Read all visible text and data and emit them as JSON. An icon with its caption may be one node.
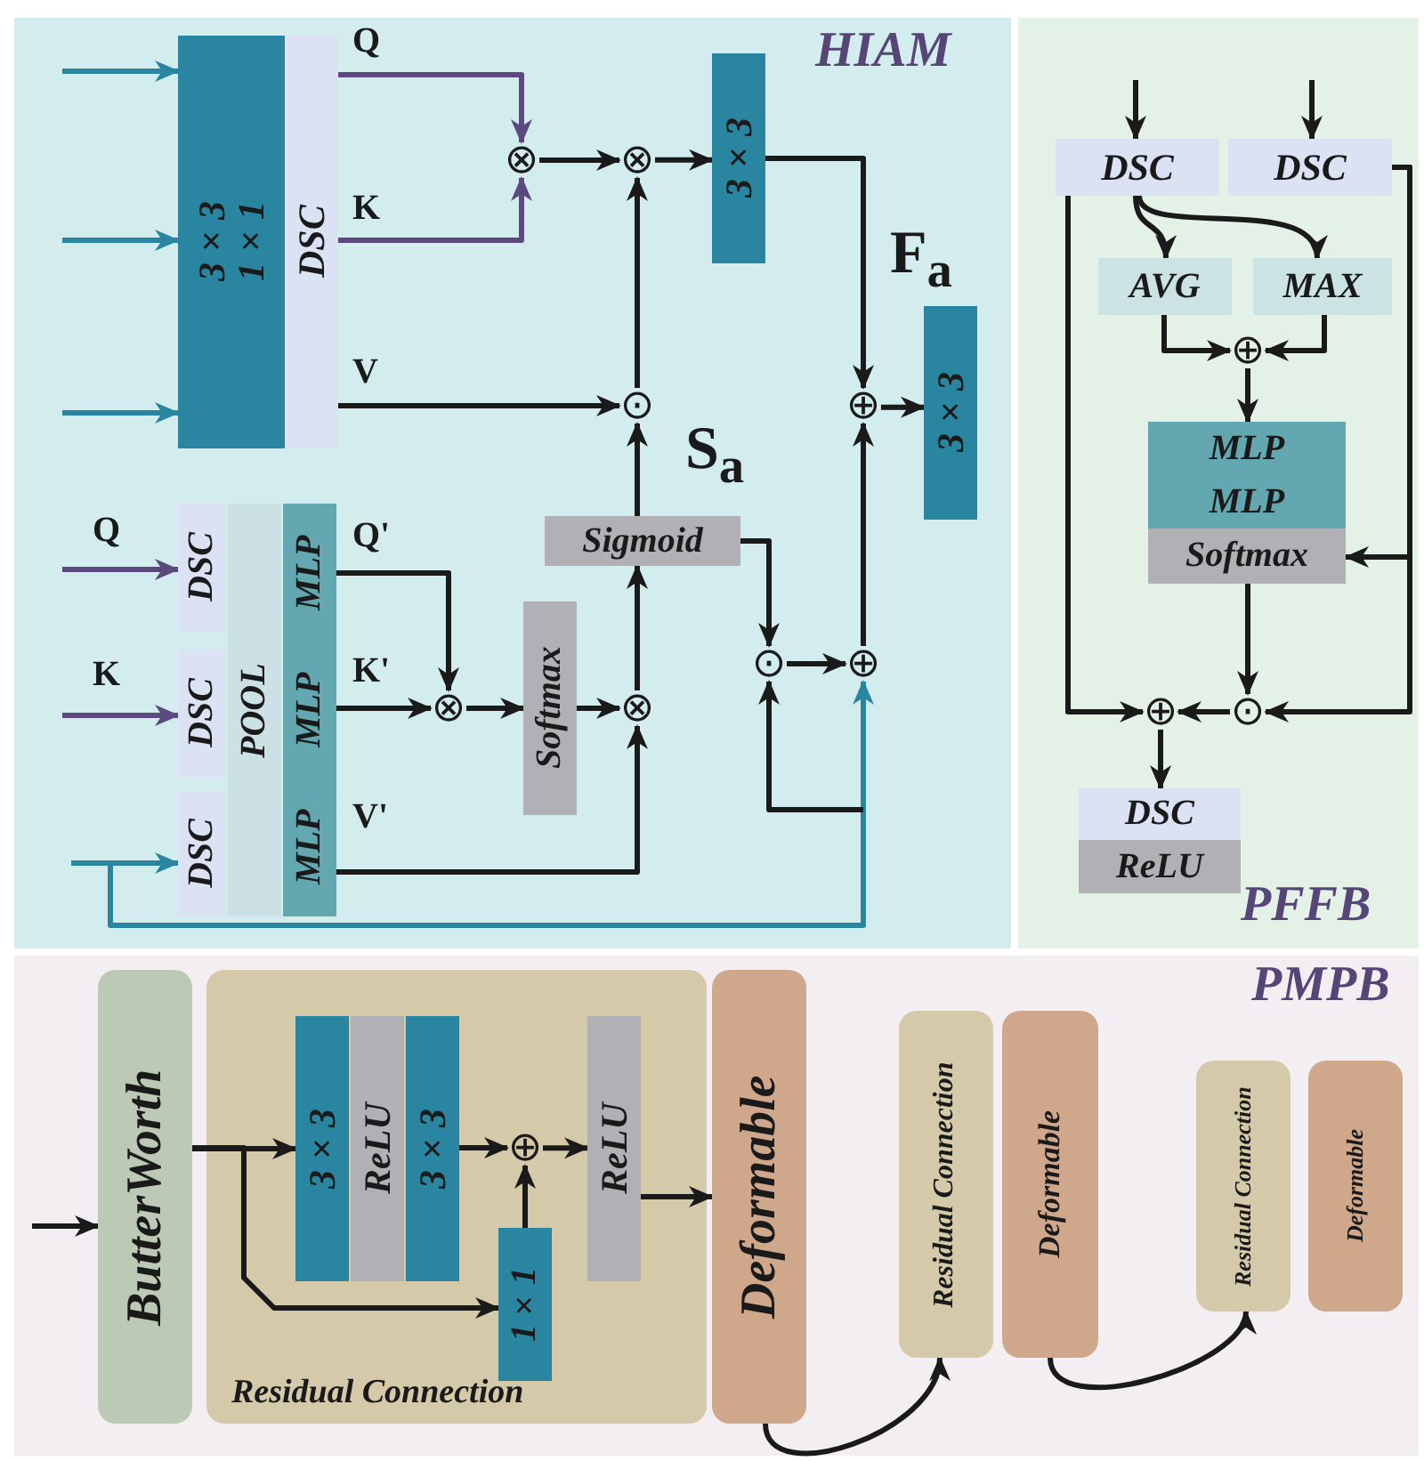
{
  "diagram": {
    "nodes": [
      {
        "text": [
          "HIAM"
        ]
      },
      {
        "text": [
          "PFFB"
        ]
      },
      {
        "text": [
          "PMPB"
        ]
      },
      {
        "text": [
          "3×3",
          "1×1"
        ],
        "in": 0
      },
      {
        "text": [
          "DSC"
        ],
        "in": 0
      },
      {
        "text": [
          "⊗"
        ],
        "in": 0
      },
      {
        "text": [
          "⊗"
        ],
        "in": 0
      },
      {
        "text": [
          "3×3"
        ],
        "in": 0
      },
      {
        "text": [
          "⊙"
        ],
        "in": 0
      },
      {
        "text": [
          "⊕"
        ],
        "in": 0
      },
      {
        "text": [
          "3×3"
        ],
        "in": 0
      },
      {
        "text": [
          "DSC"
        ],
        "in": 0
      },
      {
        "text": [
          "DSC"
        ],
        "in": 0
      },
      {
        "text": [
          "DSC"
        ],
        "in": 0
      },
      {
        "text": [
          "POOL"
        ],
        "in": 0
      },
      {
        "text": [
          "MLP"
        ],
        "in": 0
      },
      {
        "text": [
          "MLP"
        ],
        "in": 0
      },
      {
        "text": [
          "MLP"
        ],
        "in": 0
      },
      {
        "text": [
          "⊗"
        ],
        "in": 0
      },
      {
        "text": [
          "Softmax"
        ],
        "in": 0
      },
      {
        "text": [
          "⊗"
        ],
        "in": 0
      },
      {
        "text": [
          "Sigmoid"
        ],
        "in": 0
      },
      {
        "text": [
          "⊙"
        ],
        "in": 0
      },
      {
        "text": [
          "⊕"
        ],
        "in": 0
      },
      {
        "text": [
          "DSC"
        ],
        "in": 1
      },
      {
        "text": [
          "DSC"
        ],
        "in": 1
      },
      {
        "text": [
          "AVG"
        ],
        "in": 1
      },
      {
        "text": [
          "MAX"
        ],
        "in": 1
      },
      {
        "text": [
          "⊕"
        ],
        "in": 1
      },
      {
        "text": [
          "MLP"
        ],
        "in": 1
      },
      {
        "text": [
          "MLP"
        ],
        "in": 1
      },
      {
        "text": [
          "Softmax"
        ],
        "in": 1
      },
      {
        "text": [
          "⊙"
        ],
        "in": 1
      },
      {
        "text": [
          "⊕"
        ],
        "in": 1
      },
      {
        "text": [
          "DSC"
        ],
        "in": 1
      },
      {
        "text": [
          "ReLU"
        ],
        "in": 1
      },
      {
        "text": [
          "ButterWorth"
        ],
        "in": 2
      },
      {
        "text": [
          "Residual Connection"
        ],
        "in": 2
      },
      {
        "text": [
          "3×3"
        ],
        "in": 37
      },
      {
        "text": [
          "ReLU"
        ],
        "in": 37
      },
      {
        "text": [
          "3×3"
        ],
        "in": 37
      },
      {
        "text": [
          "⊕"
        ],
        "in": 37
      },
      {
        "text": [
          "1×1"
        ],
        "in": 37
      },
      {
        "text": [
          "ReLU"
        ],
        "in": 37
      },
      {
        "text": [
          "Deformable"
        ],
        "in": 2
      },
      {
        "text": [
          "Residual Connection"
        ],
        "in": 2
      },
      {
        "text": [
          "Deformable"
        ],
        "in": 2
      },
      {
        "text": [
          "Residual Connection"
        ],
        "in": 2
      },
      {
        "text": [
          "Deformable"
        ],
        "in": 2
      }
    ],
    "edges": [
      {
        "from": null,
        "to": 3,
        "arrow": "to",
        "color": "#2a86a0"
      },
      {
        "from": null,
        "to": 3,
        "arrow": "to",
        "color": "#2a86a0"
      },
      {
        "from": null,
        "to": 3,
        "arrow": "to",
        "color": "#2a86a0"
      },
      {
        "from": 4,
        "to": 5,
        "arrow": "to",
        "label": "Q",
        "color": "#5c4a7e"
      },
      {
        "from": 4,
        "to": 5,
        "arrow": "to",
        "label": "K",
        "color": "#5c4a7e"
      },
      {
        "from": 4,
        "to": 8,
        "arrow": "to",
        "label": "V"
      },
      {
        "from": 5,
        "to": 6,
        "arrow": "to"
      },
      {
        "from": 6,
        "to": 7,
        "arrow": "to"
      },
      {
        "from": 8,
        "to": 6,
        "arrow": "to"
      },
      {
        "from": 7,
        "to": 9,
        "arrow": "to"
      },
      {
        "from": 9,
        "to": 10,
        "arrow": "to"
      },
      {
        "from": 23,
        "to": 9,
        "arrow": "to"
      },
      {
        "from": null,
        "to": 11,
        "arrow": "to",
        "label": "Q",
        "color": "#5c4a7e"
      },
      {
        "from": null,
        "to": 12,
        "arrow": "to",
        "label": "K",
        "color": "#5c4a7e"
      },
      {
        "from": null,
        "to": 13,
        "arrow": "to",
        "color": "#2a86a0"
      },
      {
        "from": null,
        "to": 23,
        "arrow": "to",
        "color": "#2a86a0"
      },
      {
        "from": null,
        "to": 22,
        "arrow": "to"
      },
      {
        "from": 15,
        "to": 18,
        "arrow": "to",
        "label": "Q'"
      },
      {
        "from": 16,
        "to": 18,
        "arrow": "to",
        "label": "K'"
      },
      {
        "from": 18,
        "to": 19,
        "arrow": "to"
      },
      {
        "from": 19,
        "to": 20,
        "arrow": "to"
      },
      {
        "from": 17,
        "to": 20,
        "arrow": "to",
        "label": "V'"
      },
      {
        "from": 20,
        "to": 21,
        "arrow": "to"
      },
      {
        "from": 21,
        "to": 8,
        "arrow": "to"
      },
      {
        "from": 21,
        "to": 22,
        "arrow": "to"
      },
      {
        "from": 22,
        "to": 23,
        "arrow": "to"
      },
      {
        "from": null,
        "to": 24,
        "arrow": "to"
      },
      {
        "from": null,
        "to": 25,
        "arrow": "to"
      },
      {
        "from": 24,
        "to": 26,
        "arrow": "to"
      },
      {
        "from": 24,
        "to": 27,
        "arrow": "to"
      },
      {
        "from": 26,
        "to": 28,
        "arrow": "to"
      },
      {
        "from": 27,
        "to": 28,
        "arrow": "to"
      },
      {
        "from": 28,
        "to": 29,
        "arrow": "to"
      },
      {
        "from": 25,
        "to": 31,
        "arrow": "to"
      },
      {
        "from": 25,
        "to": 32,
        "arrow": "to"
      },
      {
        "from": 31,
        "to": 32,
        "arrow": "to"
      },
      {
        "from": 32,
        "to": 33,
        "arrow": "to"
      },
      {
        "from": 24,
        "to": 33,
        "arrow": "to"
      },
      {
        "from": 33,
        "to": 34,
        "arrow": "to"
      },
      {
        "from": null,
        "to": 36,
        "arrow": "to"
      },
      {
        "from": 36,
        "to": 38,
        "arrow": "to"
      },
      {
        "from": 36,
        "to": 42,
        "arrow": "to"
      },
      {
        "from": 40,
        "to": 41,
        "arrow": "to"
      },
      {
        "from": 42,
        "to": 41,
        "arrow": "to"
      },
      {
        "from": 41,
        "to": 43,
        "arrow": "to"
      },
      {
        "from": 43,
        "to": 44,
        "arrow": "to"
      },
      {
        "from": 44,
        "to": 45,
        "arrow": "to"
      },
      {
        "from": 46,
        "to": 47,
        "arrow": "to"
      }
    ],
    "labels": [
      "F$_{a}$",
      "S$_{a}$"
    ]
  }
}
